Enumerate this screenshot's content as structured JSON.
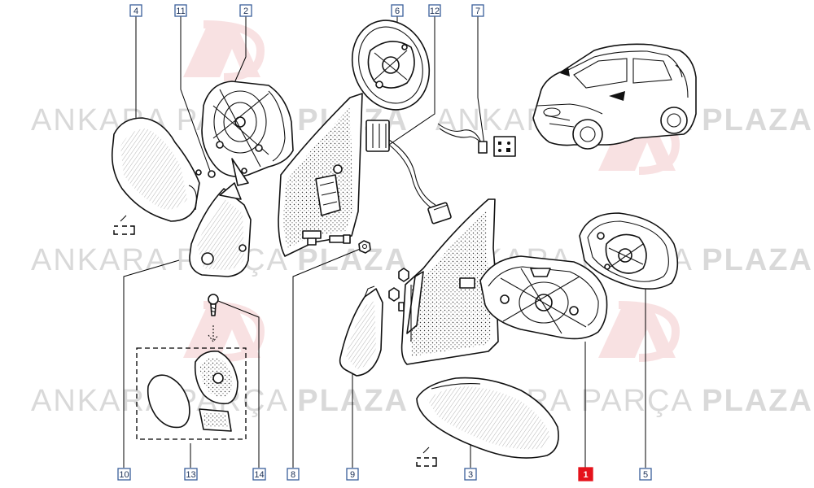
{
  "watermark": {
    "brand_regular": "ANKARA PARÇA",
    "brand_bold": "PLAZA",
    "logo_color": "#f3c9cb",
    "text_color": "#d9d9d9"
  },
  "callouts": [
    {
      "id": "c1",
      "label": "1",
      "highlight": true
    },
    {
      "id": "c2",
      "label": "2",
      "highlight": false
    },
    {
      "id": "c3",
      "label": "3",
      "highlight": false
    },
    {
      "id": "c4",
      "label": "4",
      "highlight": false
    },
    {
      "id": "c5",
      "label": "5",
      "highlight": false
    },
    {
      "id": "c6",
      "label": "6",
      "highlight": false
    },
    {
      "id": "c7",
      "label": "7",
      "highlight": false
    },
    {
      "id": "c8",
      "label": "8",
      "highlight": false
    },
    {
      "id": "c9",
      "label": "9",
      "highlight": false
    },
    {
      "id": "c10",
      "label": "10",
      "highlight": false
    },
    {
      "id": "c11",
      "label": "11",
      "highlight": false
    },
    {
      "id": "c12",
      "label": "12",
      "highlight": false
    },
    {
      "id": "c13",
      "label": "13",
      "highlight": false
    },
    {
      "id": "c14",
      "label": "14",
      "highlight": false
    }
  ],
  "colors": {
    "callout_border": "#3a5f9a",
    "callout_text": "#1a2f55",
    "highlight": "#e5121b"
  }
}
